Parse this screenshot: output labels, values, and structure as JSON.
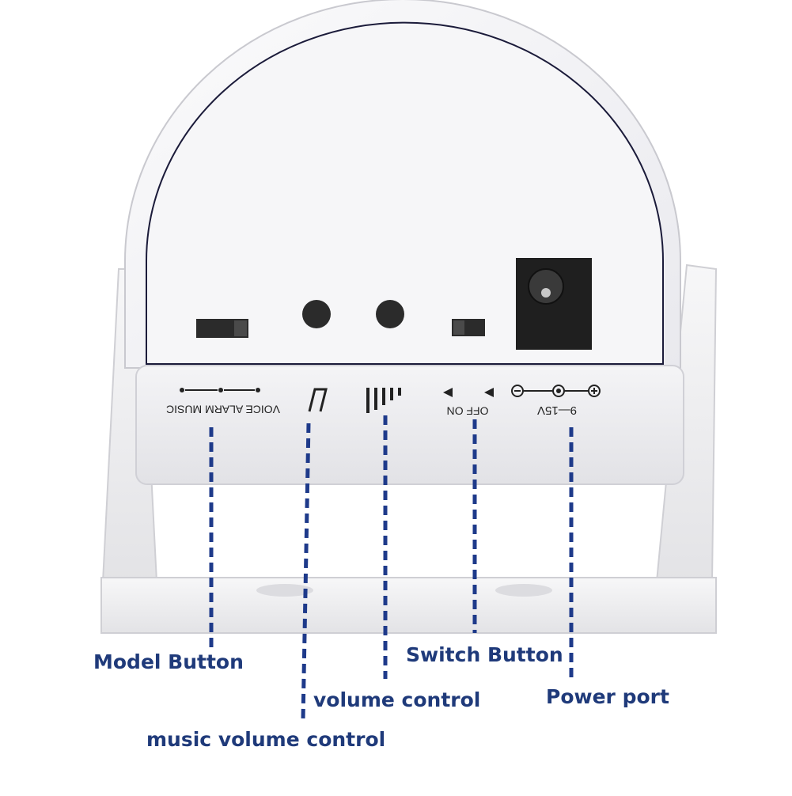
{
  "device": {
    "mode_labels": [
      "VOICE",
      "ALARM",
      "MUSIC"
    ],
    "switch_labels": [
      "OFF",
      "ON"
    ],
    "power_label": "9—15V"
  },
  "callouts": {
    "model_button": "Model Button",
    "music_volume_control": "music volume control",
    "volume_control": "volume control",
    "switch_button": "Switch Button",
    "power_port": "Power port"
  },
  "colors": {
    "callout_text": "#1f3a7a",
    "callout_line": "#1e3a8a",
    "housing": "#f2f2f4",
    "housing_shadow": "#d8d8dc",
    "button": "#2b2b2b"
  }
}
